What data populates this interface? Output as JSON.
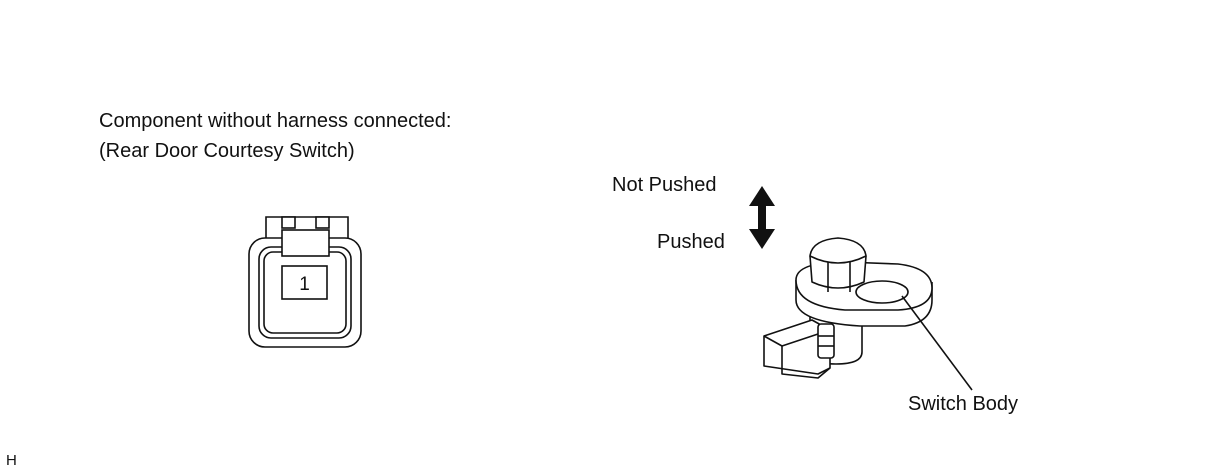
{
  "caption": {
    "line1": "Component without harness connected:",
    "line2": "(Rear Door Courtesy Switch)"
  },
  "connector": {
    "pin_label": "1"
  },
  "motion": {
    "up_label": "Not Pushed",
    "down_label": "Pushed"
  },
  "callout": {
    "switch_body_label": "Switch Body"
  },
  "corner_mark": "H"
}
